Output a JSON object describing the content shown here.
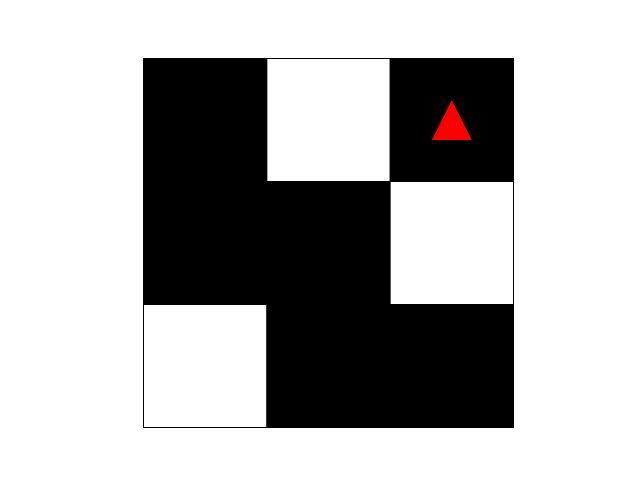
{
  "board": {
    "rows": 3,
    "cols": 3,
    "cells": [
      [
        "black",
        "white",
        "black"
      ],
      [
        "black",
        "black",
        "white"
      ],
      [
        "white",
        "black",
        "black"
      ]
    ],
    "colors": {
      "black": "#000000",
      "white": "#ffffff",
      "border": "#000000"
    }
  },
  "agent": {
    "shape": "triangle",
    "facing": "up",
    "row": 0,
    "col": 2,
    "color": "#ff0000"
  }
}
